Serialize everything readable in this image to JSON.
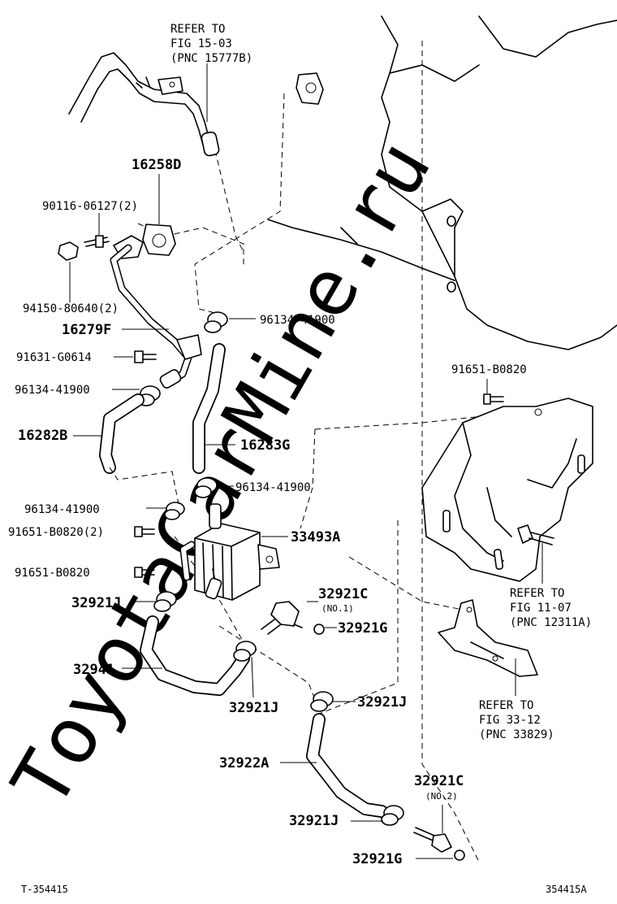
{
  "watermark": "ToyotaCarMine.ru",
  "figure_code_left": "T-354415",
  "figure_code_right": "354415A",
  "references": {
    "fig_15_03": [
      "REFER TO",
      "FIG 15-03",
      "(PNC 15777B)"
    ],
    "fig_11_07": [
      "REFER TO",
      "FIG 11-07",
      "(PNC 12311A)"
    ],
    "fig_33_12": [
      "REFER TO",
      "FIG 33-12",
      "(PNC 33829)"
    ]
  },
  "parts": {
    "p16258D": "16258D",
    "p90116": "90116-06127(2)",
    "p94150": "94150-80640(2)",
    "p16279F": "16279F",
    "p91631": "91631-G0614",
    "p96134_a": "96134-41900",
    "p96134_b": "96134-41900",
    "p16282B": "16282B",
    "p16283G": "16283G",
    "p96134_c": "96134-41900",
    "p96134_d": "96134-41900",
    "p91651_2": "91651-B0820(2)",
    "p33493A": "33493A",
    "p91651_a": "91651-B0820",
    "p91651_b": "91651-B0820",
    "p32921J_a": "32921J",
    "p32921C_1": "32921C",
    "p32921C_1_sub": "(NO.1)",
    "p32921G_a": "32921G",
    "p32941": "32941",
    "p32921J_b": "32921J",
    "p32921J_c": "32921J",
    "p32922A": "32922A",
    "p32921C_2": "32921C",
    "p32921C_2_sub": "(NO.2)",
    "p32921J_d": "32921J",
    "p32921G_b": "32921G"
  },
  "colors": {
    "line": "#000000",
    "background": "#ffffff",
    "watermark": "#e2e2e2"
  }
}
